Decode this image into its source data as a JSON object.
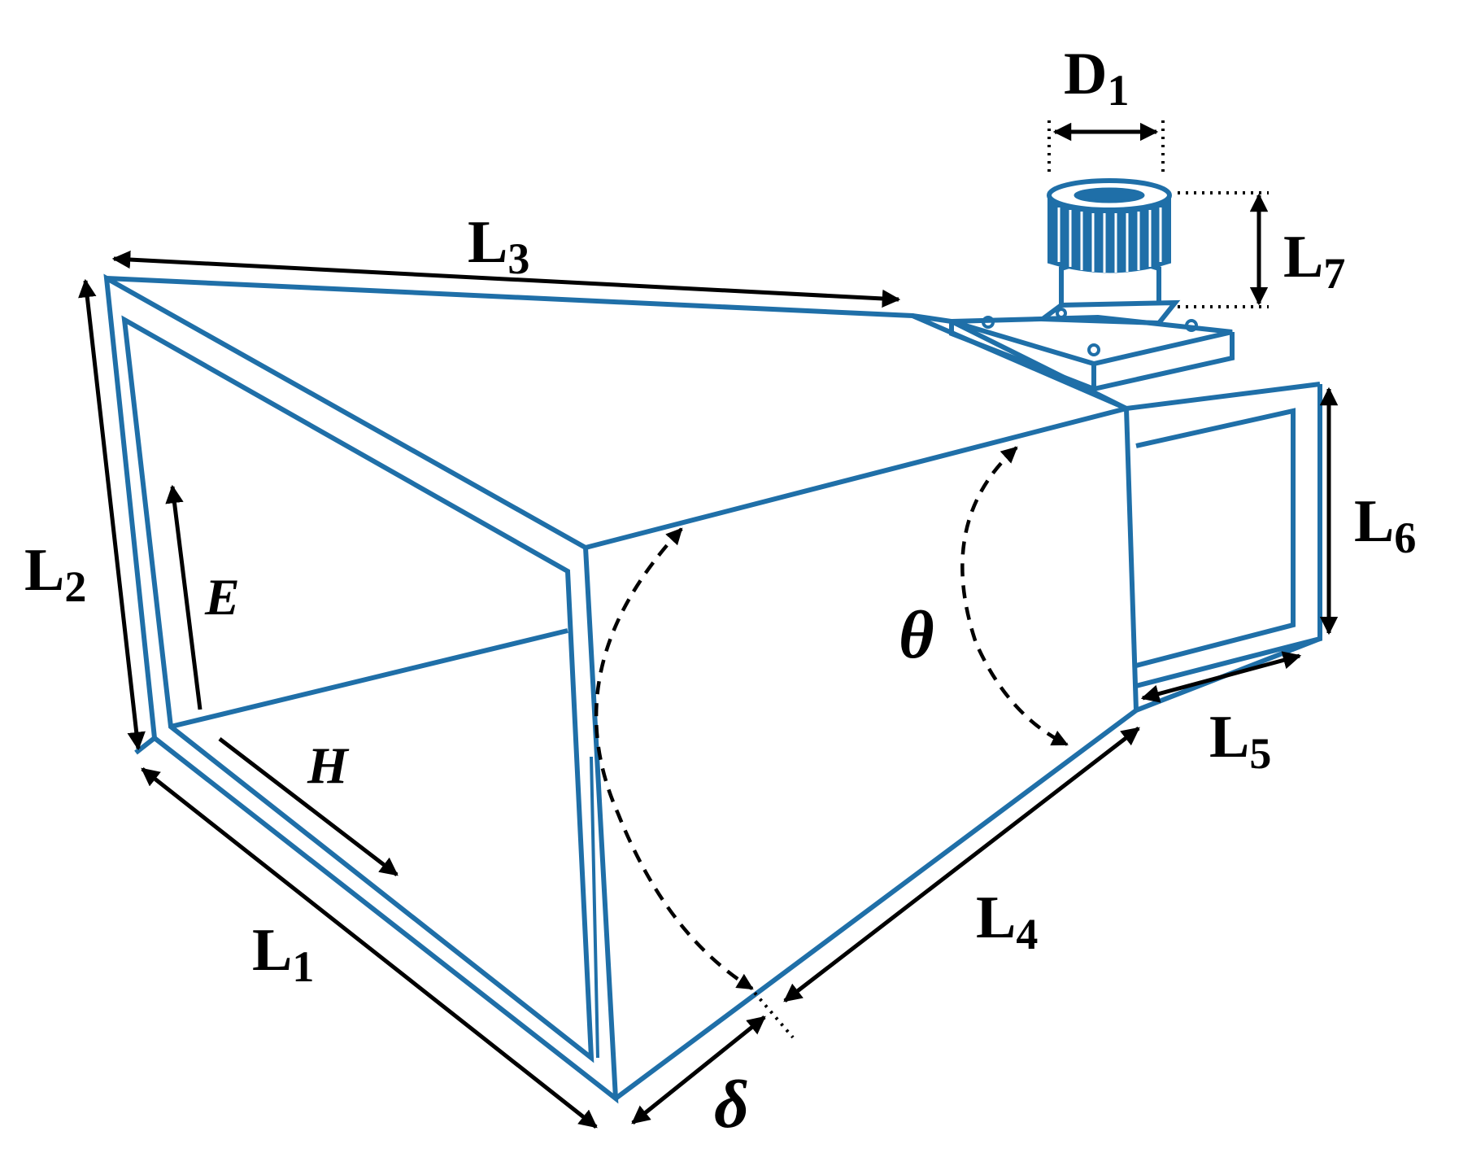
{
  "colors": {
    "outline": "#1f6fa8",
    "dimension": "#000000"
  },
  "labels": {
    "L1": {
      "main": "L",
      "sub": "1"
    },
    "L2": {
      "main": "L",
      "sub": "2"
    },
    "L3": {
      "main": "L",
      "sub": "3"
    },
    "L4": {
      "main": "L",
      "sub": "4"
    },
    "L5": {
      "main": "L",
      "sub": "5"
    },
    "L6": {
      "main": "L",
      "sub": "6"
    },
    "L7": {
      "main": "L",
      "sub": "7"
    },
    "D1": {
      "main": "D",
      "sub": "1"
    },
    "E": "E",
    "H": "H",
    "theta": "θ",
    "delta": "δ"
  }
}
